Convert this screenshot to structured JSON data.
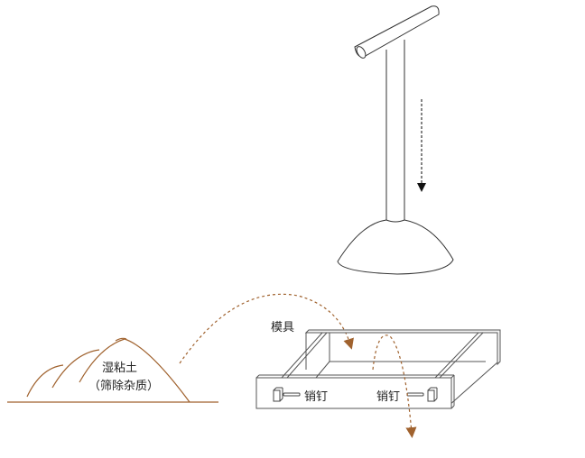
{
  "diagram": {
    "type": "process illustration",
    "colors": {
      "line": "#333333",
      "soil": "#a0622e",
      "arrow_dashed": "#a0622e",
      "press_arrow": "#222222"
    },
    "labels": {
      "soil_title": "湿粘土",
      "soil_note": "（筛除杂质）",
      "mold": "模具",
      "pin_left": "销钉",
      "pin_right": "销钉"
    },
    "elements": [
      {
        "name": "clay-pile",
        "label": "湿粘土（筛除杂质）"
      },
      {
        "name": "tamper",
        "label": ""
      },
      {
        "name": "mold-frame",
        "label": "模具"
      },
      {
        "name": "pin-left",
        "label": "销钉"
      },
      {
        "name": "pin-right",
        "label": "销钉"
      }
    ]
  }
}
